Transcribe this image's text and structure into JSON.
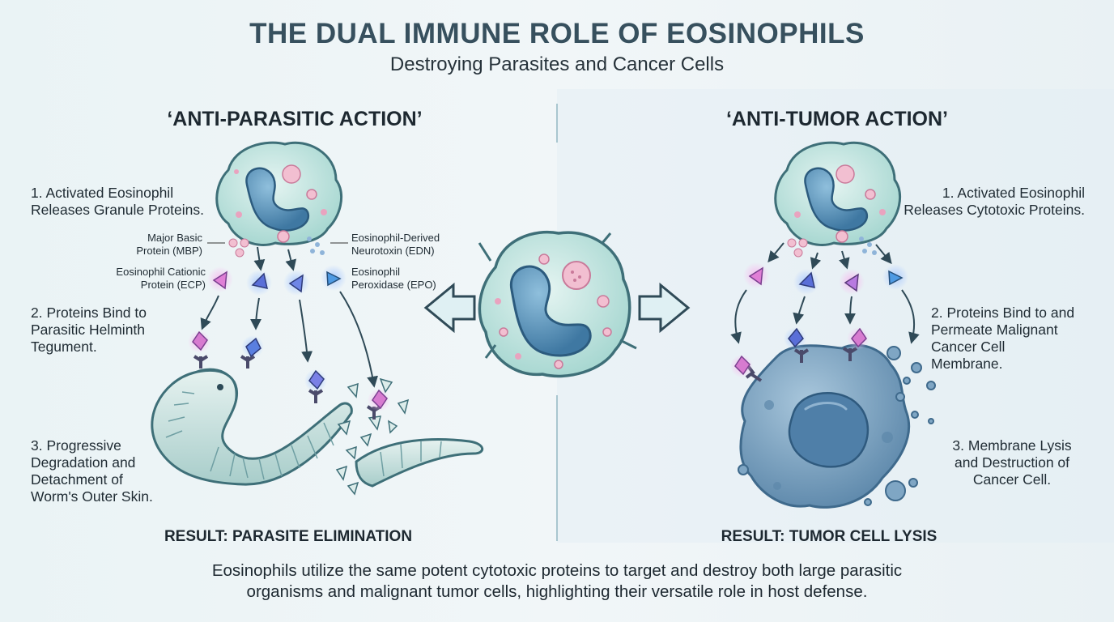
{
  "header": {
    "title": "THE DUAL IMMUNE ROLE OF EOSINOPHILS",
    "subtitle": "Destroying Parasites and Cancer Cells"
  },
  "left_panel": {
    "heading": "‘ANTI-PARASITIC ACTION’",
    "step1": [
      "1. Activated Eosinophil",
      "Releases Granule Proteins."
    ],
    "proteins": {
      "mbp": [
        "Major Basic",
        "Protein (MBP)"
      ],
      "edn": [
        "Eosinophil-Derived",
        "Neurotoxin (EDN)"
      ],
      "ecp": [
        "Eosinophil Cationic",
        "Protein (ECP)"
      ],
      "epo": [
        "Eosinophil",
        "Peroxidase (EPO)"
      ]
    },
    "step2": [
      "2. Proteins Bind to",
      "Parasitic Helminth",
      "Tegument."
    ],
    "step3": [
      "3. Progressive",
      "Degradation and",
      "Detachment of",
      "Worm's Outer Skin."
    ],
    "result": "RESULT: PARASITE ELIMINATION"
  },
  "right_panel": {
    "heading": "‘ANTI-TUMOR ACTION’",
    "step1": [
      "1. Activated Eosinophil",
      "Releases Cytotoxic Proteins."
    ],
    "step2": [
      "2. Proteins Bind to and",
      "Permeate Malignant",
      "Cancer Cell",
      "Membrane."
    ],
    "step3": [
      "3. Membrane Lysis",
      "and Destruction of",
      "Cancer Cell."
    ],
    "result": "RESULT: TUMOR CELL LYSIS"
  },
  "footer": {
    "line1": "Eosinophils utilize the same potent cytotoxic proteins to target and destroy both large parasitic",
    "line2": "organisms and malignant tumor cells, highlighting their versatile role in host defense."
  },
  "colors": {
    "cell_fill": "#c9e7e2",
    "cell_stroke": "#3e6f78",
    "nucleus": "#5b93b8",
    "granule": "#e9a3bf",
    "protein_pink": "#d77bd0",
    "protein_blue": "#5b8fe0",
    "worm": "#cfe4e2",
    "tumor": "#7fa6c4",
    "arrow": "#2f4a57",
    "divider": "#a9c6cf"
  },
  "icons": [
    "eosinophil-cell-icon",
    "helminth-worm-icon",
    "tumor-cell-icon",
    "protein-crystal-icon",
    "receptor-icon",
    "arrow-icon"
  ]
}
